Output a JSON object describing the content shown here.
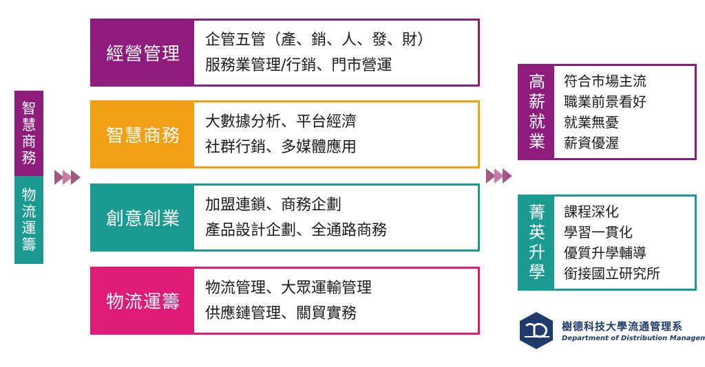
{
  "colors": {
    "purple": "#8e1c7c",
    "orange": "#f29f13",
    "teal": "#1b9a92",
    "pink": "#e01a77",
    "arrow_pink": "#a35884",
    "navy": "#1f3a6b"
  },
  "left_tags": {
    "top": [
      "智",
      "慧",
      "商",
      "務"
    ],
    "bottom": [
      "物",
      "流",
      "運",
      "籌"
    ]
  },
  "programs": [
    {
      "title": "經營管理",
      "lines": [
        "企管五管（產、銷、人、發、財）",
        "服務業管理/行銷、門市營運"
      ]
    },
    {
      "title": "智慧商務",
      "lines": [
        "大數據分析、平台經濟",
        "社群行銷、多媒體應用"
      ]
    },
    {
      "title": "創意創業",
      "lines": [
        "加盟連鎖、商務企劃",
        "產品設計企劃、全通路商務"
      ]
    },
    {
      "title": "物流運籌",
      "lines": [
        "物流管理、大眾運輸管理",
        "供應鏈管理、關貿實務"
      ]
    }
  ],
  "outcomes": [
    {
      "title": [
        "高",
        "薪",
        "就",
        "業"
      ],
      "items": [
        "符合市場主流",
        "職業前景看好",
        "就業無憂",
        "薪資優渥"
      ]
    },
    {
      "title": [
        "菁",
        "英",
        "升",
        "學"
      ],
      "items": [
        "課程深化",
        "學習一貫化",
        "優質升學輔導",
        "銜接國立研究所"
      ]
    }
  ],
  "logo": {
    "name_zh": "樹德科技大學流通管理系",
    "name_en": "Department of Distribution Management",
    "icon": "department-logo-icon"
  }
}
